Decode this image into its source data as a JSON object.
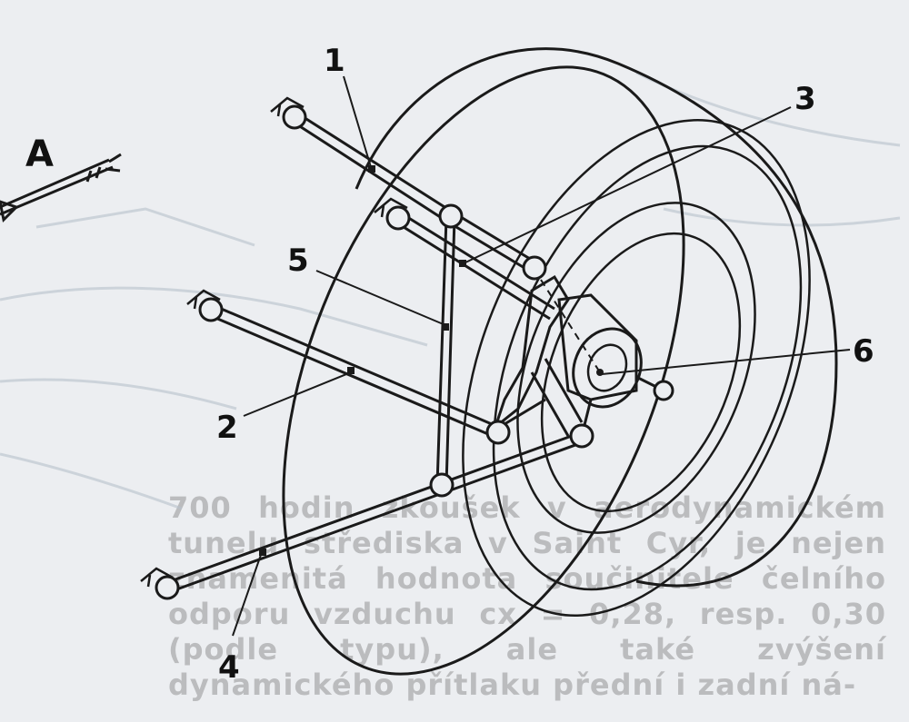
{
  "labels": {
    "direction": "A",
    "part_1": "1",
    "part_2": "2",
    "part_3": "3",
    "part_4": "4",
    "part_5": "5",
    "part_6": "6"
  },
  "background_text": "700 hodin zkoušek v aerodynamickém tunelu střediska v Saint Cyr, je nejen znamenitá hodnota součinitele čelního odporu vzduchu cx = 0,28, resp. 0,30 (podle typu), ale také zvýšení dynamického přítlaku přední i zadní ná-",
  "colors": {
    "ink": "#1a1a1a",
    "paper": "#eceef1",
    "faded_print": "#5a5a5a"
  }
}
